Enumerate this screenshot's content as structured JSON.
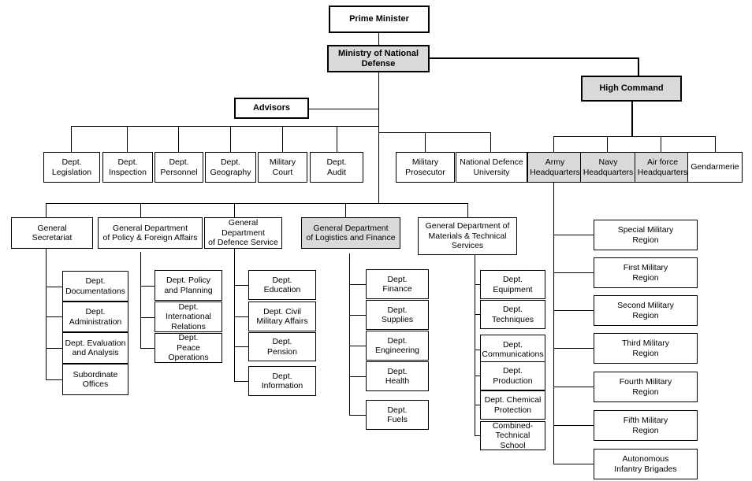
{
  "chart_data": {
    "type": "diagram",
    "title": "Ministry of National Defense Organizational Chart",
    "nodes": {
      "prime_minister": {
        "label": "Prime Minister",
        "shaded": false
      },
      "ministry": {
        "label": "Ministry of National\nDefense",
        "shaded": true
      },
      "high_command": {
        "label": "High Command",
        "shaded": true
      },
      "advisors": {
        "label": "Advisors",
        "shaded": false
      }
    },
    "ministry_departments": [
      {
        "label": "Dept.\nLegislation"
      },
      {
        "label": "Dept.\nInspection"
      },
      {
        "label": "Dept.\nPersonnel"
      },
      {
        "label": "Dept.\nGeography"
      },
      {
        "label": "Military\nCourt"
      },
      {
        "label": "Dept.\nAudit"
      }
    ],
    "ministry_institutions": [
      {
        "label": "Military\nProsecutor"
      },
      {
        "label": "National Defence\nUniversity"
      }
    ],
    "high_command_units": [
      {
        "label": "Army\nHeadquarters",
        "shaded": true
      },
      {
        "label": "Navy\nHeadquarters",
        "shaded": true
      },
      {
        "label": "Air force\nHeadquarters",
        "shaded": true
      },
      {
        "label": "Gendarmerie",
        "shaded": false
      }
    ],
    "general_departments": [
      {
        "label": "General\nSecretariat",
        "shaded": false,
        "children": [
          {
            "label": "Dept.\nDocumentations"
          },
          {
            "label": "Dept.\nAdministration"
          },
          {
            "label": "Dept. Evaluation\nand Analysis"
          },
          {
            "label": "Subordinate\nOffices"
          }
        ]
      },
      {
        "label": "General Department\nof Policy & Foreign Affairs",
        "shaded": false,
        "children": [
          {
            "label": "Dept. Policy\nand Planning"
          },
          {
            "label": "Dept. International\nRelations"
          },
          {
            "label": "Dept.\nPeace Operations"
          }
        ]
      },
      {
        "label": "General Department\nof Defence Service",
        "shaded": false,
        "children": [
          {
            "label": "Dept.\nEducation"
          },
          {
            "label": "Dept. Civil\nMilitary Affairs"
          },
          {
            "label": "Dept.\nPension"
          },
          {
            "label": "Dept.\nInformation"
          }
        ]
      },
      {
        "label": "General Department\nof Logistics and Finance",
        "shaded": true,
        "children": [
          {
            "label": "Dept.\nFinance"
          },
          {
            "label": "Dept.\nSupplies"
          },
          {
            "label": "Dept.\nEngineering"
          },
          {
            "label": "Dept.\nHealth"
          },
          {
            "label": "Dept.\nFuels"
          }
        ]
      },
      {
        "label": "General Department of\nMaterials & Technical\nServices",
        "shaded": false,
        "children": [
          {
            "label": "Dept.\nEquipment"
          },
          {
            "label": "Dept.\nTechniques"
          },
          {
            "label": "Dept.\nCommunications"
          },
          {
            "label": "Dept.\nProduction"
          },
          {
            "label": "Dept. Chemical\nProtection"
          },
          {
            "label": "Combined-\nTechnical  School"
          }
        ]
      }
    ],
    "military_regions": [
      {
        "label": "Special Military\nRegion"
      },
      {
        "label": "First Military\nRegion"
      },
      {
        "label": "Second Military\nRegion"
      },
      {
        "label": "Third Military\nRegion"
      },
      {
        "label": "Fourth Military\nRegion"
      },
      {
        "label": "Fifth Military\nRegion"
      },
      {
        "label": "Autonomous\nInfantry Brigades"
      }
    ],
    "colors": {
      "background": "#ffffff",
      "box_fill": "#ffffff",
      "box_fill_shaded": "#d9d9d9",
      "border": "#000000",
      "text": "#000000",
      "connector": "#000000"
    }
  }
}
